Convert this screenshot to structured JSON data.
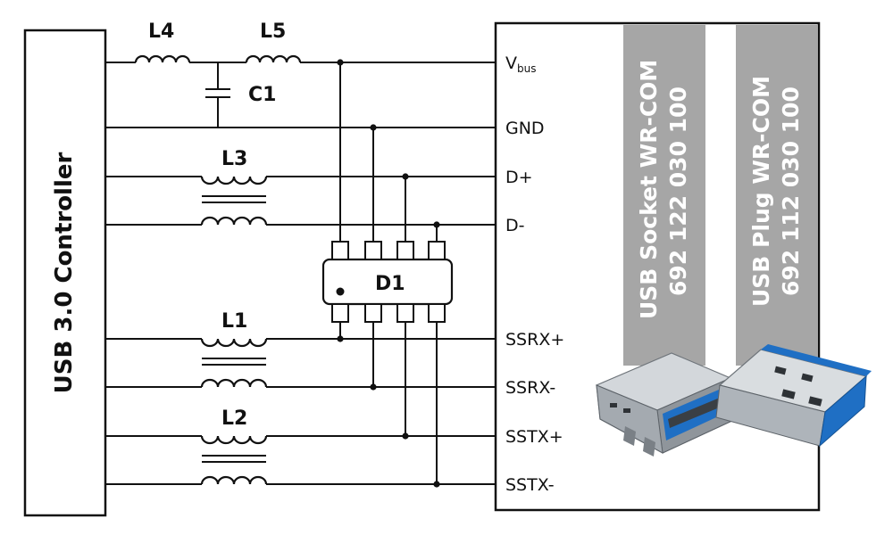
{
  "controller": {
    "label": "USB 3.0 Controller"
  },
  "components": {
    "L4": "L4",
    "L5": "L5",
    "C1": "C1",
    "L3": "L3",
    "L1": "L1",
    "L2": "L2",
    "D1": "D1"
  },
  "signals": {
    "vbus_main": "V",
    "vbus_sub": "bus",
    "gnd": "GND",
    "dplus": "D+",
    "dminus": "D-",
    "ssrx_plus": "SSRX+",
    "ssrx_minus": "SSRX-",
    "sstx_plus": "SSTX+",
    "sstx_minus": "SSTX-"
  },
  "products": {
    "socket": {
      "name": "USB Socket WR-COM",
      "part": "692 122 030 100"
    },
    "plug": {
      "name": "USB Plug WR-COM",
      "part": "692 112 030 100"
    }
  },
  "colors": {
    "band": "#a6a6a6",
    "usb_blue": "#1f6fc4",
    "metal": "#9ea3a8"
  }
}
